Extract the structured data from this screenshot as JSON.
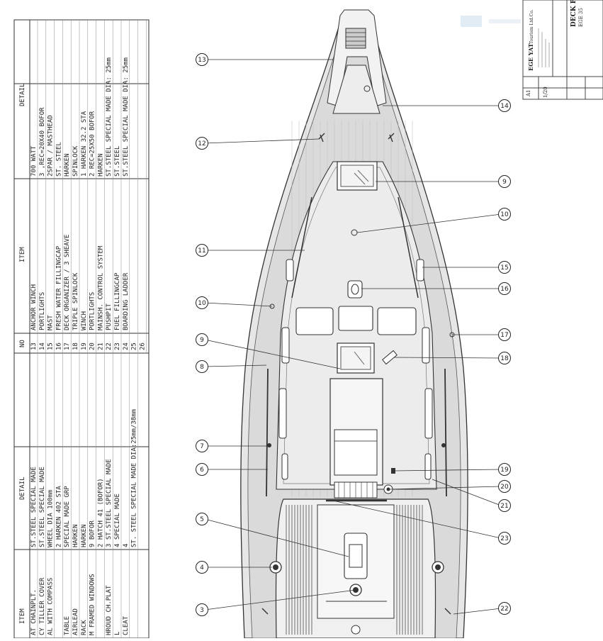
{
  "parts_table": {
    "headers": {
      "item_left": "ITEM",
      "detail_left": "DETAIL",
      "no": "NO",
      "item_right": "ITEM",
      "detail_right": "DETAIL"
    },
    "left_rows": [
      {
        "item": "AT CHAINPLT.",
        "detail": "ST.STEEL SPECIAL MADE"
      },
      {
        "item": "CY TILLER COVER",
        "detail": "ST.STEEL SPECIAL MADE"
      },
      {
        "item": "AL WITH COMPASS",
        "detail": "WHEEL DIA 100mm"
      },
      {
        "item": "",
        "detail": "2 HARKEN 402 STA"
      },
      {
        "item": "TABLE",
        "detail": "SPECIAL MADE GRP"
      },
      {
        "item": "AIRLEAD",
        "detail": "HARKEN"
      },
      {
        "item": "RACK",
        "detail": "HARKEN"
      },
      {
        "item": "M FRAMED WINDOWS",
        "detail": "9 BOFOR"
      },
      {
        "item": "",
        "detail": "2 HATCH 41 (BOFOR)"
      },
      {
        "item": "HROUD CH.PLAT",
        "detail": "3 ST.STEEL SPECIAL MADE"
      },
      {
        "item": "L",
        "detail": "4 SPECIAL MADE"
      },
      {
        "item": "CLEAT",
        "detail": "4"
      },
      {
        "item": "",
        "detail": "ST. STEEL SPECIAL MADE DIA:25mm/38mm"
      }
    ],
    "right_rows": [
      {
        "no": "13",
        "item": "ANCHOR WINCH",
        "detail": "700 WATT"
      },
      {
        "no": "14",
        "item": "PORTLIGHTS",
        "detail": "3 ,REC=20X40 BOFOR"
      },
      {
        "no": "15",
        "item": "MAST",
        "detail": "2SPAR / MASTHEAD"
      },
      {
        "no": "16",
        "item": "FRESH WATER FILLINGCAP",
        "detail": "ST. STEEL"
      },
      {
        "no": "17",
        "item": "DECK ORGANIZER / 3 SHEAVE",
        "detail": "HARKEN"
      },
      {
        "no": "18",
        "item": "TRIPLE SPINLOCK",
        "detail": "SPINLOCK"
      },
      {
        "no": "19",
        "item": "WINCH",
        "detail": "1 HARKEN 32.2 STA"
      },
      {
        "no": "20",
        "item": "PORTLIGHTS",
        "detail": "2 REC=25X50 BOFOR"
      },
      {
        "no": "21",
        "item": "MAINSH. CONTROL SYSTEM",
        "detail": "HARKEN"
      },
      {
        "no": "22",
        "item": "PUSHPIT",
        "detail": "ST.STEEL SPECIAL MADE DIA: 25mm"
      },
      {
        "no": "23",
        "item": "FUEL FILLINGCAP",
        "detail": "ST.STEEL"
      },
      {
        "no": "24",
        "item": "BOARDING LADDER",
        "detail": "ST.STEEL SPECIAL MADE DIA: 25mm"
      },
      {
        "no": "25",
        "item": "",
        "detail": ""
      },
      {
        "no": "26",
        "item": "",
        "detail": ""
      }
    ]
  },
  "callouts_left": [
    "13",
    "12",
    "11",
    "10",
    "9",
    "8",
    "7",
    "6",
    "5",
    "4",
    "3"
  ],
  "callouts_right": [
    "14",
    "9",
    "10",
    "15",
    "16",
    "17",
    "18",
    "19",
    "20",
    "21",
    "23",
    "22"
  ],
  "title_block": {
    "company": "EGE YAT",
    "company_suffix": "Tourism Ltd.Co.",
    "drawing_title": "DECK P",
    "drawing_code": "EGE 35",
    "sheet_size": "A1",
    "scale": "1/20"
  }
}
